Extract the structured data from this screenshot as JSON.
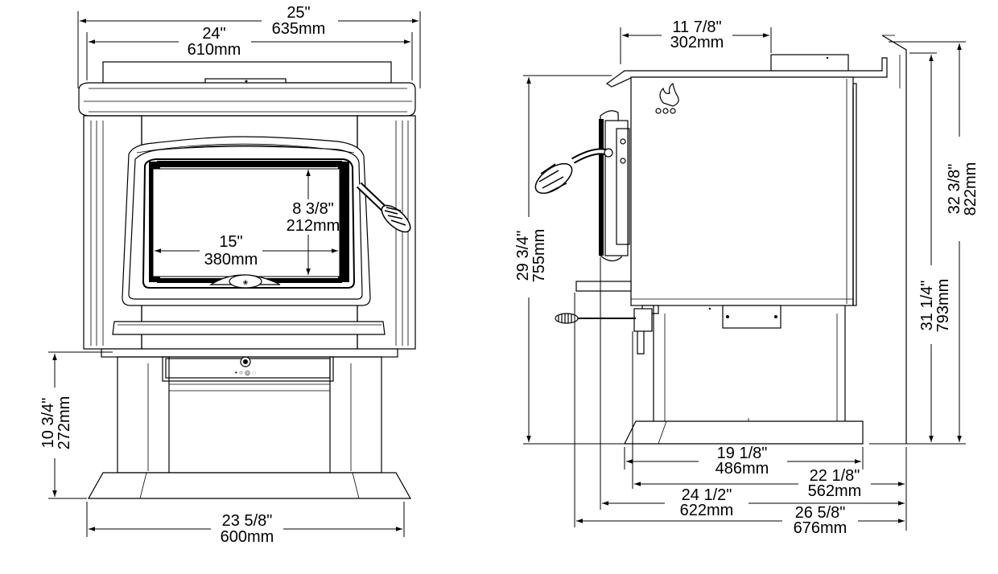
{
  "front_view": {
    "overall_width": {
      "in": "25\"",
      "mm": "635mm"
    },
    "top_width": {
      "in": "24\"",
      "mm": "610mm"
    },
    "glass_height": {
      "in": "8 3/8\"",
      "mm": "212mm"
    },
    "glass_width": {
      "in": "15\"",
      "mm": "380mm"
    },
    "pedestal_height": {
      "in": "10 3/4\"",
      "mm": "272mm"
    },
    "base_width": {
      "in": "23 5/8\"",
      "mm": "600mm"
    }
  },
  "side_view": {
    "flue_offset": {
      "in": "11 7/8\"",
      "mm": "302mm"
    },
    "height_to_top": {
      "in": "32 3/8\"",
      "mm": "822mm"
    },
    "height_to_flue": {
      "in": "29 3/4\"",
      "mm": "755mm"
    },
    "height_to_body": {
      "in": "31 1/4\"",
      "mm": "793mm"
    },
    "base_depth": {
      "in": "19 1/8\"",
      "mm": "486mm"
    },
    "depth_to_handle": {
      "in": "22 1/8\"",
      "mm": "562mm"
    },
    "depth_to_door": {
      "in": "24 1/2\"",
      "mm": "622mm"
    },
    "overall_depth": {
      "in": "26 5/8\"",
      "mm": "676mm"
    }
  }
}
